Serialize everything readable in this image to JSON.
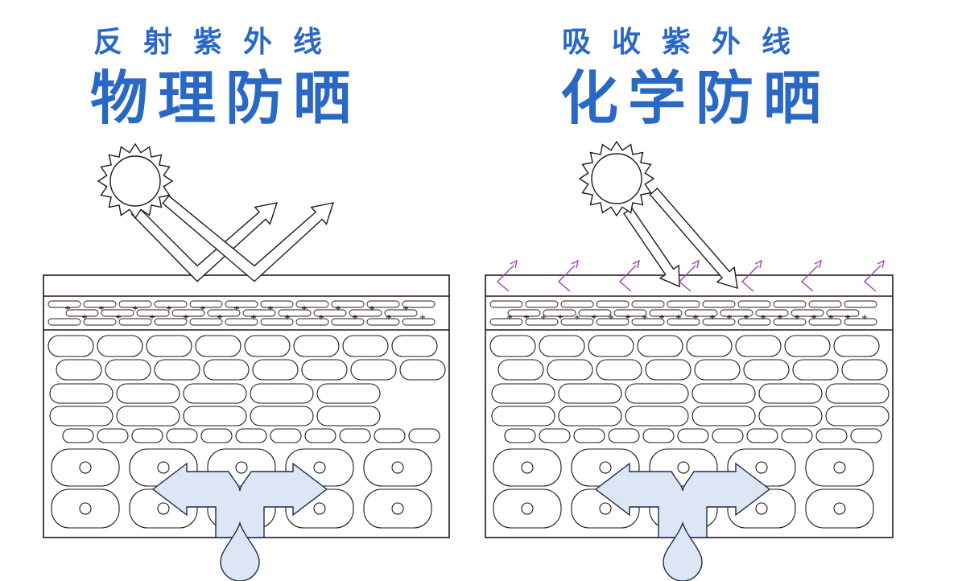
{
  "panels": [
    {
      "id": "physical",
      "subtitle": "反射紫外线",
      "title": "物理防晒",
      "uv_behavior": "reflect"
    },
    {
      "id": "chemical",
      "subtitle": "吸收紫外线",
      "title": "化学防晒",
      "uv_behavior": "absorb"
    }
  ],
  "colors": {
    "title": "#2a68c6",
    "line": "#231815",
    "moisture_fill": "#dde6f4",
    "moisture_stroke": "#1d2a52",
    "absorbed_uv": "#a040b8",
    "background": "#ffffff"
  },
  "icons": {
    "sun": "sun-icon",
    "uv_ray": "uv-ray-arrow",
    "absorbed_uv": "zigzag-arrow",
    "moisture": "water-drop-icon"
  }
}
